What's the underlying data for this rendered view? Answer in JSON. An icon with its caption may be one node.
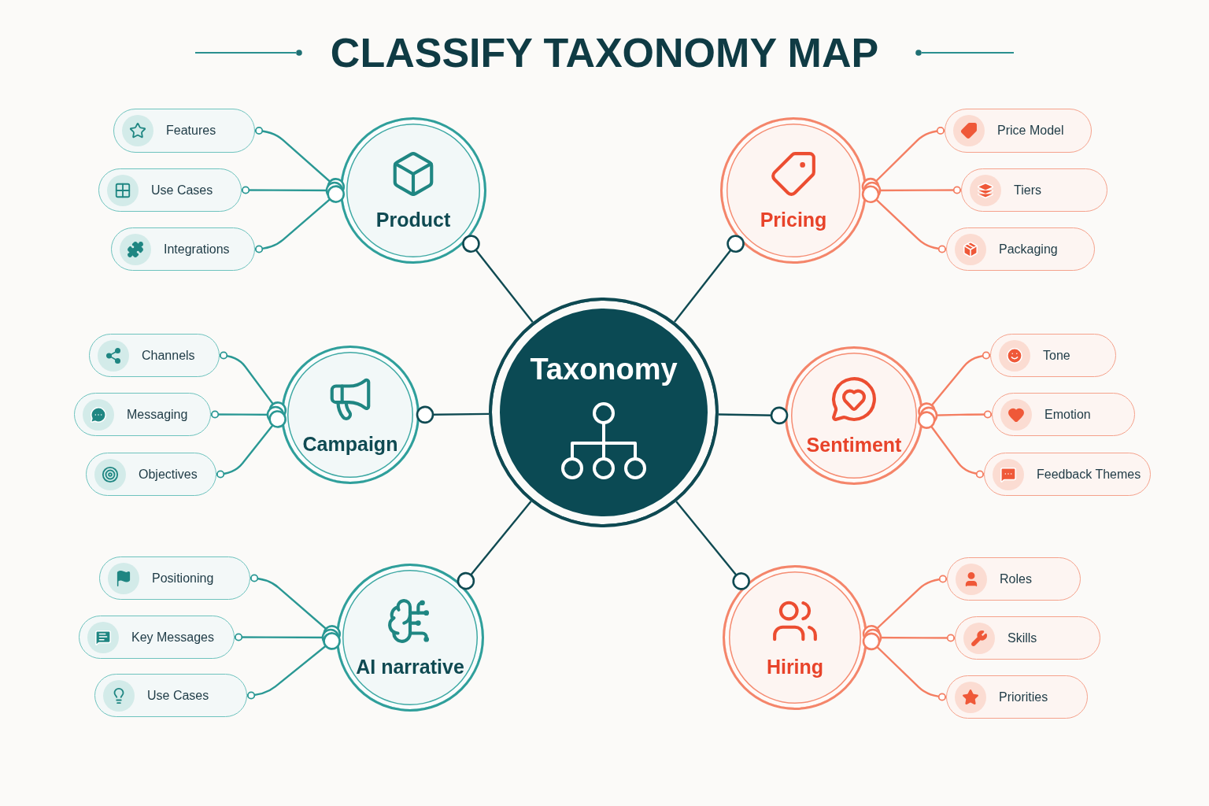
{
  "diagram": {
    "title": "CLASSIFY TAXONOMY MAP",
    "nodes": [
      {
        "text": [
          "Taxonomy"
        ]
      },
      {
        "text": [
          "Product"
        ]
      },
      {
        "text": [
          "Features"
        ]
      },
      {
        "text": [
          "Use Cases"
        ]
      },
      {
        "text": [
          "Integrations"
        ]
      },
      {
        "text": [
          "Pricing"
        ]
      },
      {
        "text": [
          "Price Model"
        ]
      },
      {
        "text": [
          "Tiers"
        ]
      },
      {
        "text": [
          "Packaging"
        ]
      },
      {
        "text": [
          "Campaign"
        ]
      },
      {
        "text": [
          "Channels"
        ]
      },
      {
        "text": [
          "Messaging"
        ]
      },
      {
        "text": [
          "Objectives"
        ]
      },
      {
        "text": [
          "Sentiment"
        ]
      },
      {
        "text": [
          "Tone"
        ]
      },
      {
        "text": [
          "Emotion"
        ]
      },
      {
        "text": [
          "Feedback Themes"
        ]
      },
      {
        "text": [
          "AI narrative"
        ]
      },
      {
        "text": [
          "Positioning"
        ]
      },
      {
        "text": [
          "Key Messages"
        ]
      },
      {
        "text": [
          "Use Cases"
        ]
      },
      {
        "text": [
          "Hiring"
        ]
      },
      {
        "text": [
          "Roles"
        ]
      },
      {
        "text": [
          "Skills"
        ]
      },
      {
        "text": [
          "Priorities"
        ]
      }
    ],
    "edges": [
      {
        "from": 0,
        "to": 1,
        "arrow": "other",
        "color": "#0f4a52"
      },
      {
        "from": 0,
        "to": 5,
        "arrow": "other",
        "color": "#0f4a52"
      },
      {
        "from": 0,
        "to": 9,
        "arrow": "other",
        "color": "#0f4a52"
      },
      {
        "from": 0,
        "to": 13,
        "arrow": "other",
        "color": "#0f4a52"
      },
      {
        "from": 0,
        "to": 17,
        "arrow": "other",
        "color": "#0f4a52"
      },
      {
        "from": 0,
        "to": 21,
        "arrow": "other",
        "color": "#0f4a52"
      },
      {
        "from": 1,
        "to": 2,
        "arrow": "other"
      },
      {
        "from": 1,
        "to": 3,
        "arrow": "other"
      },
      {
        "from": 1,
        "to": 4,
        "arrow": "other"
      },
      {
        "from": 5,
        "to": 6,
        "arrow": "other",
        "color": "#f47e62"
      },
      {
        "from": 5,
        "to": 7,
        "arrow": "other",
        "color": "#f47e62"
      },
      {
        "from": 5,
        "to": 8,
        "arrow": "other",
        "color": "#f47e62"
      },
      {
        "from": 9,
        "to": 10,
        "arrow": "other"
      },
      {
        "from": 9,
        "to": 11,
        "arrow": "other"
      },
      {
        "from": 9,
        "to": 12,
        "arrow": "other"
      },
      {
        "from": 13,
        "to": 14,
        "arrow": "other",
        "color": "#f47e62"
      },
      {
        "from": 13,
        "to": 15,
        "arrow": "other",
        "color": "#f47e62"
      },
      {
        "from": 13,
        "to": 16,
        "arrow": "other",
        "color": "#f47e62"
      },
      {
        "from": 17,
        "to": 18,
        "arrow": "other"
      },
      {
        "from": 17,
        "to": 19,
        "arrow": "other"
      },
      {
        "from": 17,
        "to": 20,
        "arrow": "other"
      },
      {
        "from": 21,
        "to": 22,
        "arrow": "other",
        "color": "#f47e62"
      },
      {
        "from": 21,
        "to": 23,
        "arrow": "other",
        "color": "#f47e62"
      },
      {
        "from": 21,
        "to": 24,
        "arrow": "other",
        "color": "#f47e62"
      }
    ]
  }
}
